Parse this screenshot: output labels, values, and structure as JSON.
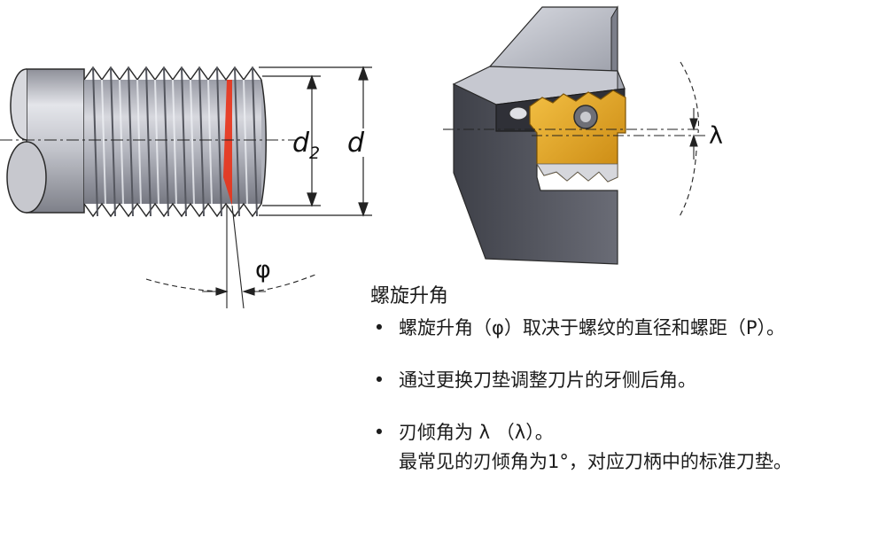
{
  "labels": {
    "pitch_diameter_main": "d",
    "pitch_diameter_sub": "2",
    "major_diameter": "d",
    "helix_angle": "φ",
    "inclination_angle": "λ"
  },
  "text": {
    "heading": "螺旋升角",
    "bullet_glyph": "•",
    "bullets": [
      {
        "line": "螺旋升角（φ）取决于螺纹的直径和螺距（P）。",
        "sub": ""
      },
      {
        "line": "通过更换刀垫调整刀片的牙侧后角。",
        "sub": ""
      },
      {
        "line": "刃倾角为 λ （λ）。",
        "sub": "最常见的刃倾角为1°，对应刀柄中的标准刀垫。"
      }
    ]
  },
  "colors": {
    "thread_metal": "#b9bcc6",
    "helix_highlight": "#e8351c",
    "insert_gold": "#e7a51e",
    "holder_dark": "#4a4c55"
  }
}
